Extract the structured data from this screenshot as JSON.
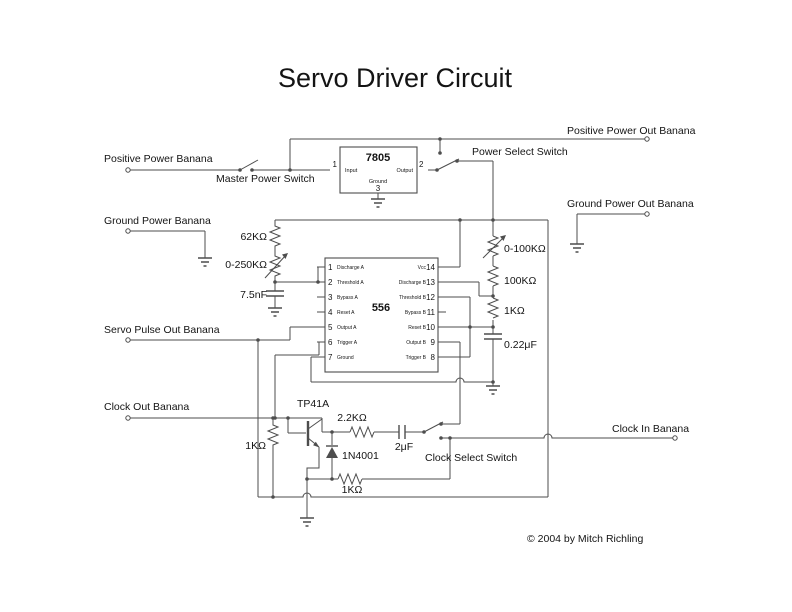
{
  "title": "Servo Driver Circuit",
  "copyright": "© 2004 by Mitch Richling",
  "colors": {
    "background": "#ffffff",
    "wire": "#4d4d4d",
    "text": "#141414"
  },
  "terminals": {
    "positive_power_banana": "Positive Power Banana",
    "ground_power_banana": "Ground Power Banana",
    "servo_pulse_out_banana": "Servo Pulse Out Banana",
    "clock_out_banana": "Clock Out Banana",
    "positive_power_out_banana": "Positive Power Out Banana",
    "ground_power_out_banana": "Ground Power Out Banana",
    "clock_in_banana": "Clock In Banana"
  },
  "switches": {
    "master_power": "Master Power Switch",
    "power_select": "Power Select Switch",
    "clock_select": "Clock Select Switch"
  },
  "components": {
    "r62k": "62KΩ",
    "pot0_250k": "0-250KΩ",
    "c7_5nf": "7.5nF",
    "pot0_100k": "0-100KΩ",
    "r100k": "100KΩ",
    "r1k_timing": "1KΩ",
    "c0_22uf": "0.22μF",
    "r1k_clock": "1KΩ",
    "transistor": "TP41A",
    "r2_2k": "2.2KΩ",
    "diode": "1N4001",
    "r1k_feedback": "1KΩ",
    "c2uf": "2μF"
  },
  "reg7805": {
    "name": "7805",
    "input": {
      "number": "1",
      "label": "Input"
    },
    "output": {
      "number": "2",
      "label": "Output"
    },
    "ground": {
      "number": "3",
      "label": "Ground"
    }
  },
  "ic556": {
    "name": "556",
    "left_pins": [
      {
        "number": "1",
        "label": "Discharge A"
      },
      {
        "number": "2",
        "label": "Threshold A"
      },
      {
        "number": "3",
        "label": "Bypass A"
      },
      {
        "number": "4",
        "label": "Reset A"
      },
      {
        "number": "5",
        "label": "Output A"
      },
      {
        "number": "6",
        "label": "Trigger A"
      },
      {
        "number": "7",
        "label": "Ground"
      }
    ],
    "right_pins": [
      {
        "number": "14",
        "label": "Vcc"
      },
      {
        "number": "13",
        "label": "Discharge B"
      },
      {
        "number": "12",
        "label": "Threshold B"
      },
      {
        "number": "11",
        "label": "Bypass B"
      },
      {
        "number": "10",
        "label": "Reset B"
      },
      {
        "number": "9",
        "label": "Output B"
      },
      {
        "number": "8",
        "label": "Trigger B"
      }
    ]
  }
}
